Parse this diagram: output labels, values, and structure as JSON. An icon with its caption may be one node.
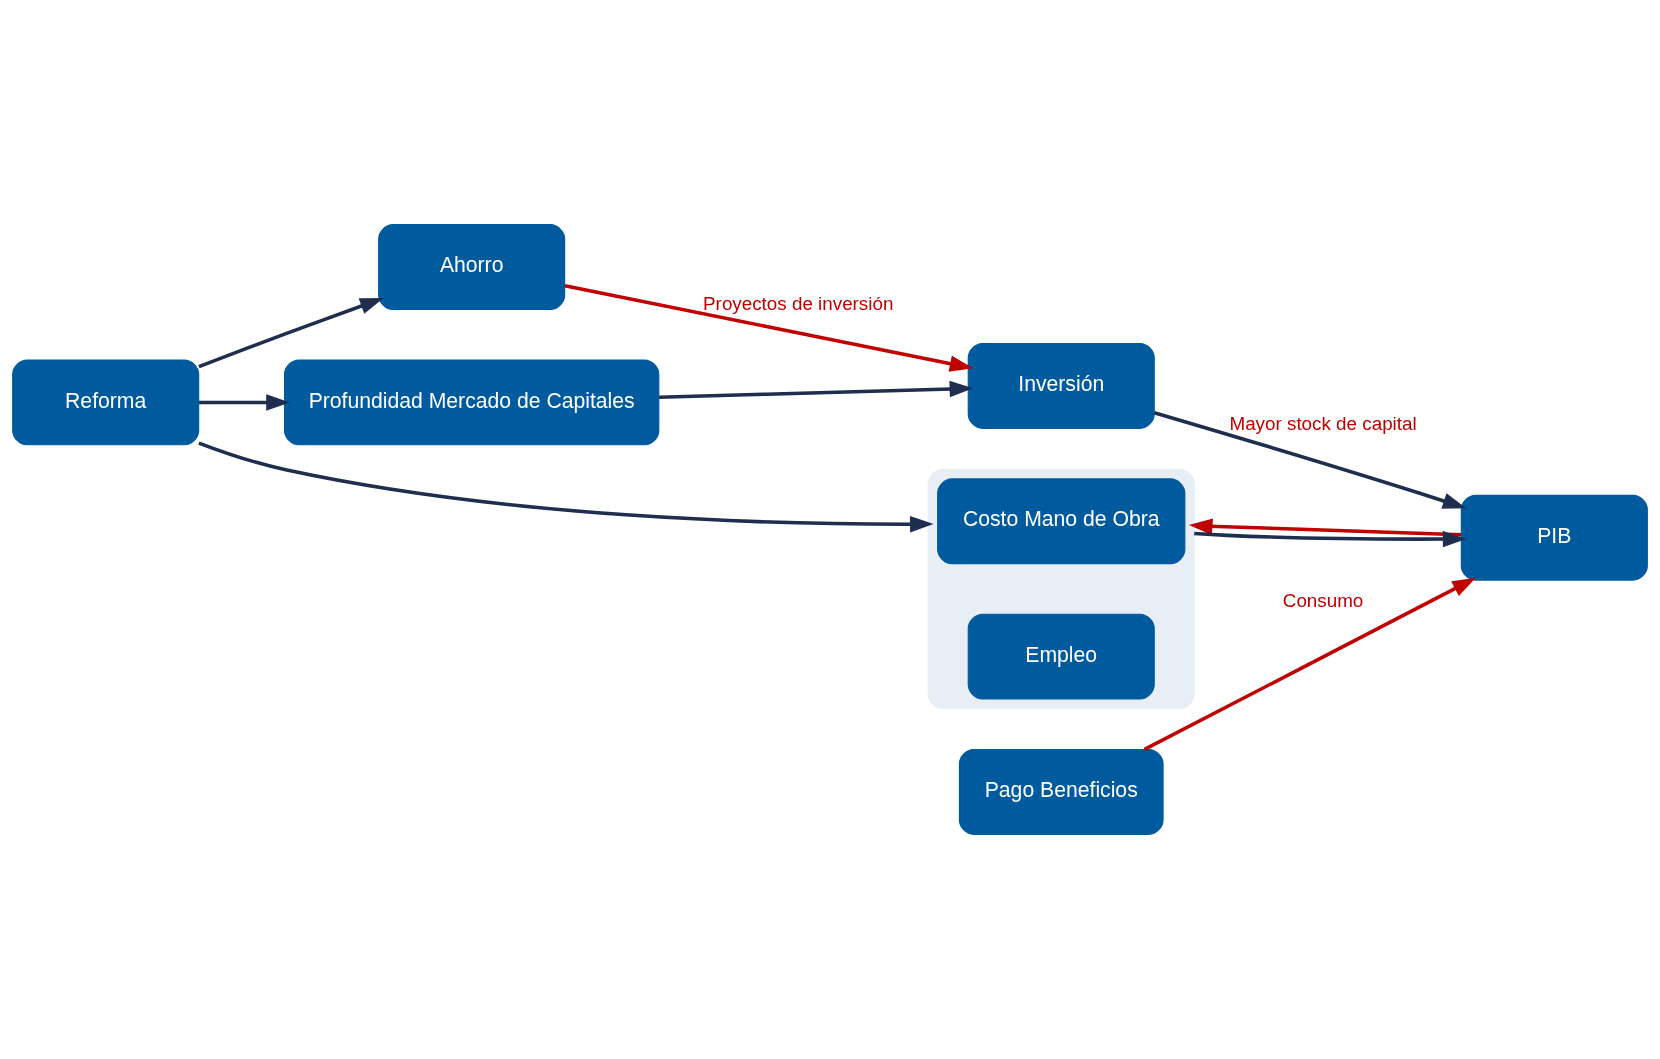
{
  "diagram": {
    "nodes": [
      {
        "text": [
          "Reforma"
        ]
      },
      {
        "text": [
          "Ahorro"
        ]
      },
      {
        "text": [
          "Inversión"
        ]
      },
      {
        "text": [
          "Profundidad Mercado de Capitales"
        ]
      },
      {
        "text": [
          "PIB"
        ]
      },
      {
        "text": [],
        "shape": "box"
      },
      {
        "text": [
          "Costo Mano de Obra"
        ],
        "in": 5
      },
      {
        "text": [
          "Empleo"
        ],
        "in": 5
      },
      {
        "text": [
          "Pago Beneficios"
        ]
      }
    ],
    "edges": [
      {
        "from": 0,
        "to": 1,
        "arrow": "to"
      },
      {
        "from": 1,
        "to": 2,
        "arrow": "to",
        "label": "Proyectos de inversión",
        "color": "#c00000"
      },
      {
        "from": 0,
        "to": 3,
        "arrow": "to"
      },
      {
        "from": 3,
        "to": 2,
        "arrow": "to"
      },
      {
        "from": 2,
        "to": 4,
        "arrow": "to",
        "label": "Mayor stock de capital"
      },
      {
        "from": 0,
        "to": 5,
        "arrow": "to"
      },
      {
        "from": 4,
        "to": 5,
        "arrow": "to",
        "color": "#c00000"
      },
      {
        "from": 5,
        "to": 4,
        "arrow": "to"
      },
      {
        "from": 8,
        "to": 4,
        "arrow": "to",
        "label": "Consumo",
        "color": "#c00000"
      }
    ]
  }
}
